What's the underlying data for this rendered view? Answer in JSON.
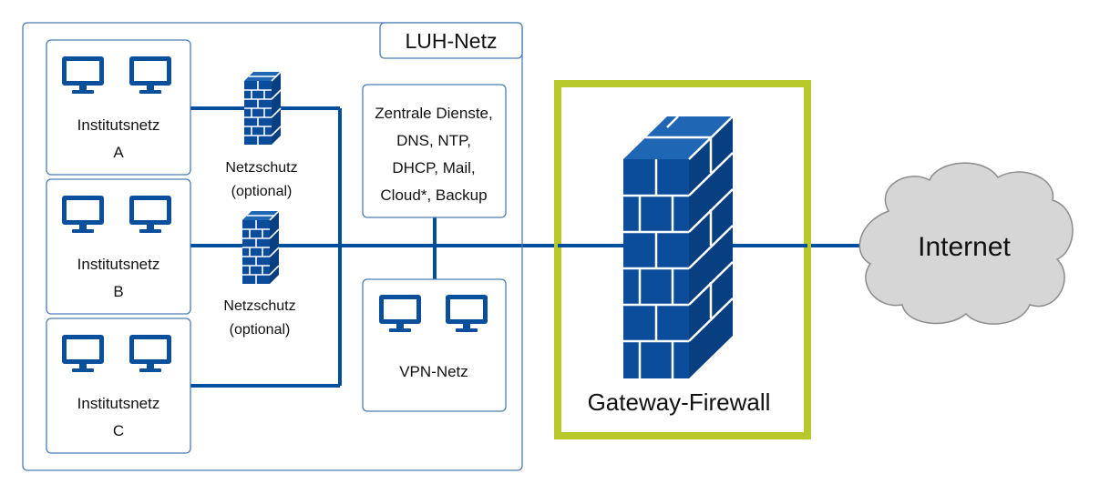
{
  "colors": {
    "box_stroke": "#4a7db5",
    "line_blue": "#004f9e",
    "icon_blue": "#0a4f9b",
    "firewall_blue": "#0b4d9a",
    "gateway_frame": "#b7c82a",
    "cloud_fill": "#d6d6d6",
    "cloud_stroke": "#8c8c8c"
  },
  "luh_netz": {
    "label": "LUH-Netz"
  },
  "institutes": [
    {
      "line1": "Institutsnetz",
      "line2": "A"
    },
    {
      "line1": "Institutsnetz",
      "line2": "B"
    },
    {
      "line1": "Institutsnetz",
      "line2": "C"
    }
  ],
  "netzschutz": [
    {
      "line1": "Netzschutz",
      "line2": "(optional)"
    },
    {
      "line1": "Netzschutz",
      "line2": "(optional)"
    }
  ],
  "zentrale_dienste": {
    "lines": [
      "Zentrale Dienste,",
      "DNS, NTP,",
      "DHCP, Mail,",
      "Cloud*, Backup"
    ]
  },
  "vpn": {
    "label": "VPN-Netz"
  },
  "gateway": {
    "label": "Gateway-Firewall"
  },
  "internet": {
    "label": "Internet"
  },
  "icons": {
    "monitor": "monitor-icon",
    "firewall": "firewall-icon",
    "cloud": "cloud-icon"
  }
}
